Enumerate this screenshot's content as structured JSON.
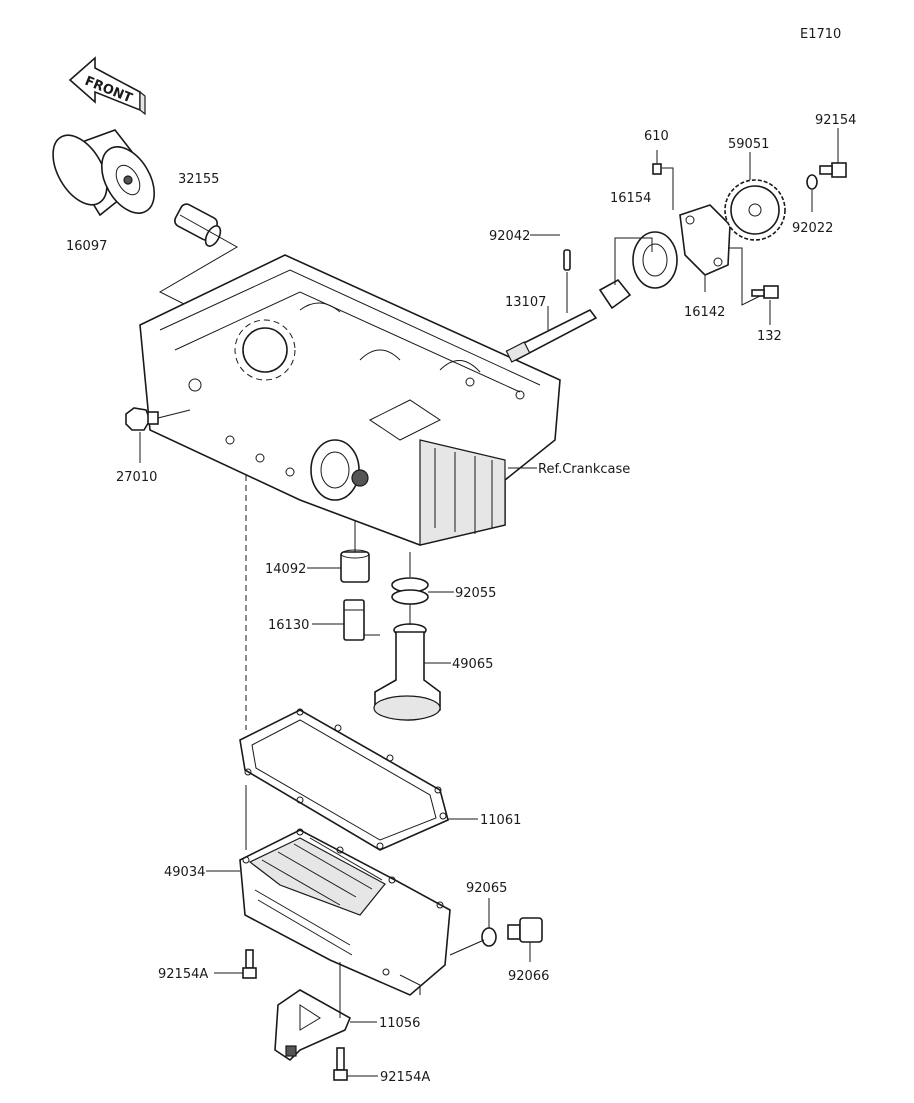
{
  "diagram_code": "E1710",
  "front_arrow_label": "FRONT",
  "labels": [
    "16097",
    "32155",
    "610",
    "59051",
    "92154",
    "16154",
    "92042",
    "92022",
    "13107",
    "16142",
    "132",
    "27010",
    "Ref.Crankcase",
    "14092",
    "92055",
    "16130",
    "49065",
    "11061",
    "49034",
    "92065",
    "92066",
    "92154A",
    "11056",
    "92154A"
  ]
}
